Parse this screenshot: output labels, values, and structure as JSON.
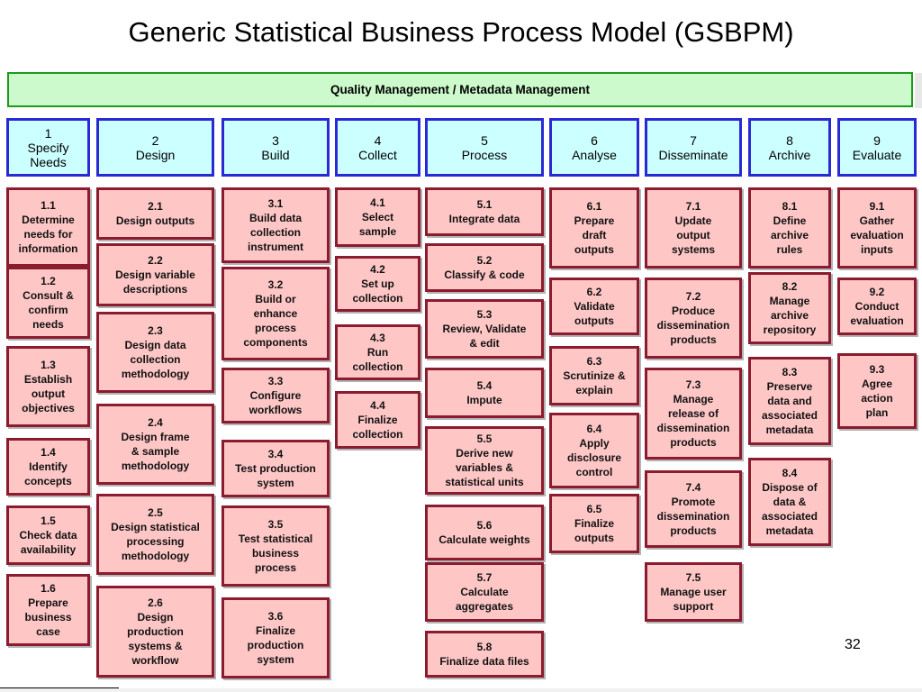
{
  "title": "Generic Statistical Business Process Model (GSBPM)",
  "overarching": "Quality Management / Metadata Management",
  "page_number": "32",
  "phases": [
    {
      "label": "1\nSpecify\nNeeds",
      "subprocesses": [
        "1.1\nDetermine\nneeds for\ninformation",
        "1.2\nConsult &\nconfirm\nneeds",
        "1.3\nEstablish\noutput\nobjectives",
        "1.4\nIdentify\nconcepts",
        "1.5\nCheck data\navailability",
        "1.6\nPrepare\nbusiness\ncase"
      ]
    },
    {
      "label": "2\nDesign",
      "subprocesses": [
        "2.1\nDesign outputs",
        "2.2\nDesign variable\ndescriptions",
        "2.3\nDesign data\ncollection\nmethodology",
        "2.4\nDesign frame\n& sample\nmethodology",
        "2.5\nDesign statistical\nprocessing\nmethodology",
        "2.6\nDesign\nproduction\nsystems &\nworkflow"
      ]
    },
    {
      "label": "3\nBuild",
      "subprocesses": [
        "3.1\nBuild data\ncollection\ninstrument",
        "3.2\nBuild or\nenhance\nprocess\ncomponents",
        "3.3\nConfigure\nworkflows",
        "3.4\nTest production\nsystem",
        "3.5\nTest statistical\nbusiness\nprocess",
        "3.6\nFinalize\nproduction\nsystem"
      ]
    },
    {
      "label": "4\nCollect",
      "subprocesses": [
        "4.1\nSelect\nsample",
        "4.2\nSet up\ncollection",
        "4.3\nRun\ncollection",
        "4.4\nFinalize\ncollection"
      ]
    },
    {
      "label": "5\nProcess",
      "subprocesses": [
        "5.1\nIntegrate data",
        "5.2\nClassify & code",
        "5.3\nReview, Validate\n& edit",
        "5.4\nImpute",
        "5.5\nDerive new\nvariables &\nstatistical units",
        "5.6\nCalculate weights",
        "5.7\nCalculate\naggregates",
        "5.8\nFinalize data files"
      ]
    },
    {
      "label": "6\nAnalyse",
      "subprocesses": [
        "6.1\nPrepare\ndraft\noutputs",
        "6.2\nValidate\noutputs",
        "6.3\nScrutinize &\nexplain",
        "6.4\nApply\ndisclosure\ncontrol",
        "6.5\nFinalize\noutputs"
      ]
    },
    {
      "label": "7\nDisseminate",
      "subprocesses": [
        "7.1\nUpdate\noutput\nsystems",
        "7.2\nProduce\ndissemination\nproducts",
        "7.3\nManage\nrelease of\ndissemination\nproducts",
        "7.4\nPromote\ndissemination\nproducts",
        "7.5\nManage user\nsupport"
      ]
    },
    {
      "label": "8\nArchive",
      "subprocesses": [
        "8.1\nDefine\narchive\nrules",
        "8.2\nManage\narchive\nrepository",
        "8.3\nPreserve\ndata and\nassociated\nmetadata",
        "8.4\nDispose of\ndata &\nassociated\nmetadata"
      ]
    },
    {
      "label": "9\nEvaluate",
      "subprocesses": [
        "9.1\nGather\nevaluation\ninputs",
        "9.2\nConduct\nevaluation",
        "9.3\nAgree\naction\nplan"
      ]
    }
  ]
}
